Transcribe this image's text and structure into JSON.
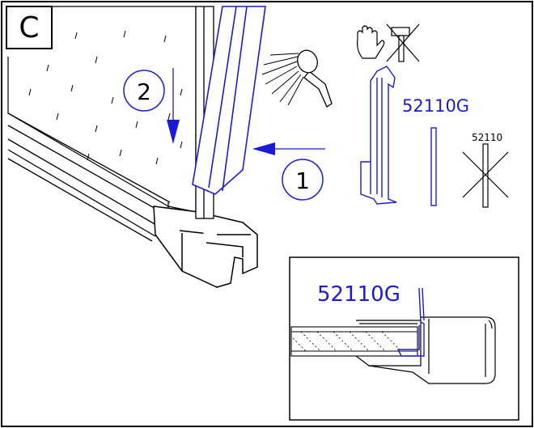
{
  "step_letter": "C",
  "step_numbers": {
    "first": "1",
    "second": "2"
  },
  "part_labels": {
    "correct_part": "52110G",
    "wrong_part": "52110",
    "detail_part": "52110G"
  },
  "icons": [
    "hand-icon",
    "hammer-prohibited-icon",
    "shower-head-icon"
  ],
  "colors": {
    "line": "#000000",
    "accent": "#1a1ad8",
    "background": "#ffffff"
  }
}
